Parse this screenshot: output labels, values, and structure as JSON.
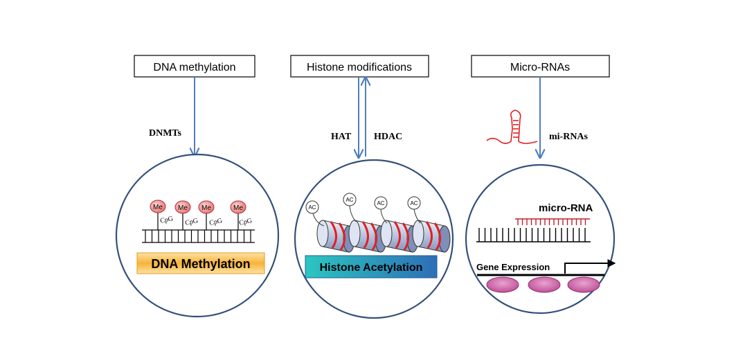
{
  "panels": [
    {
      "header": "DNA methylation",
      "arrow_label": "DNMTs",
      "banner": "DNA Methylation",
      "mark": "Me",
      "site": "CpG"
    },
    {
      "header": "Histone modifications",
      "arrow_label_up": "HAT",
      "arrow_label_down": "HDAC",
      "banner": "Histone Acetylation",
      "mark": "AC"
    },
    {
      "header": "Micro-RNAs",
      "arrow_label": "mi-RNAs",
      "mirna_label": "micro-RNA",
      "gene_label": "Gene Expression"
    }
  ],
  "colors": {
    "arrow": "#4f7dbd",
    "circle": "#34507a",
    "red": "#e02020",
    "banner_orange": "#f7b338",
    "banner_teal_start": "#2cc6c0",
    "banner_teal_end": "#2d6fb6",
    "nucleosome": "#a9b6d6",
    "ellipse": "#c2579c"
  }
}
